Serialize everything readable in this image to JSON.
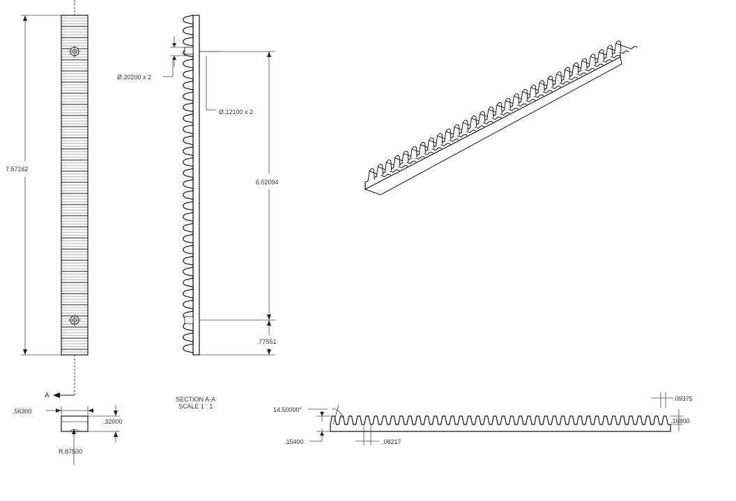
{
  "dimensions": {
    "overall_length": "7.57162",
    "hole_diameter_large": "Ø.20200 x 2",
    "hole_diameter_small": "Ø.12100 x 2",
    "hole_spacing": "6.02094",
    "hole_end_offset": ".77551",
    "width": ".56300",
    "height": ".32000",
    "radius": "R.87500",
    "pressure_angle": "14.50000°",
    "root_height": ".15400",
    "tooth_land": ".08217",
    "tooth_top": ".09375",
    "tooth_depth": ".16800"
  },
  "section": {
    "marker": "A",
    "title": "SECTION A-A",
    "scale": "SCALE 1 : 1"
  },
  "views": {
    "tooth_count_side": 31,
    "tooth_count_iso": 30,
    "tooth_count_profile": 40
  }
}
